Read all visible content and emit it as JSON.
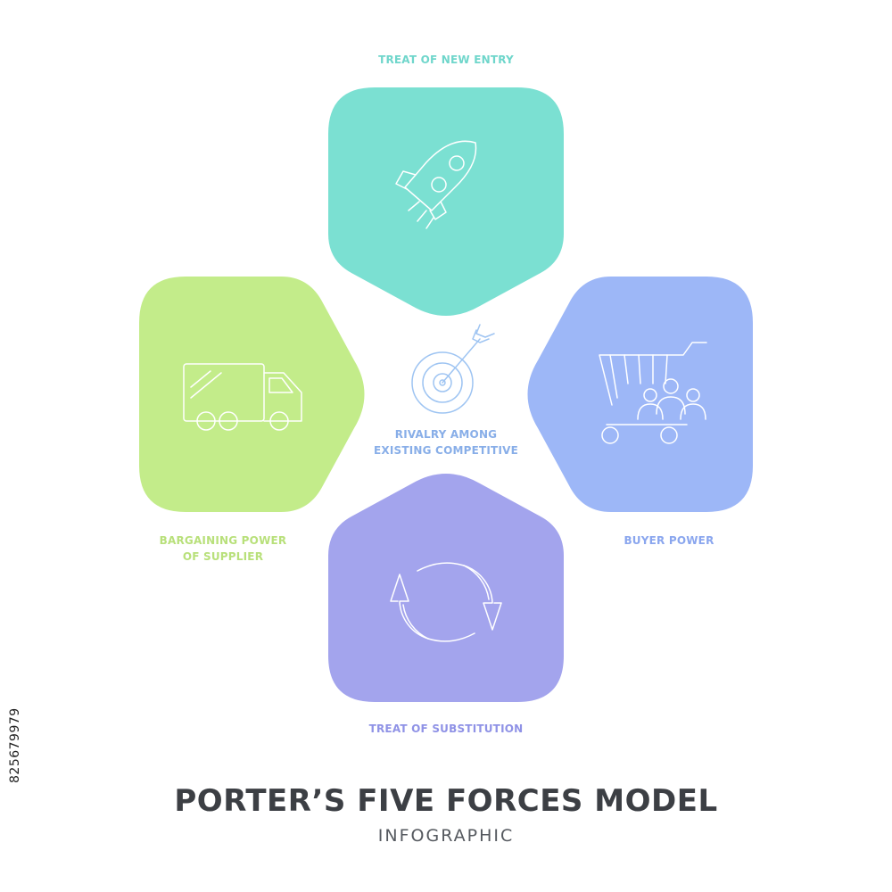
{
  "diagram": {
    "title": "PORTER’S FIVE FORCES MODEL",
    "subtitle": "INFOGRAPHIC",
    "side_id": "825679979",
    "forces": {
      "top": {
        "label": "TREAT OF NEW ENTRY",
        "color": "#7be0d2",
        "icon": "rocket-icon"
      },
      "left": {
        "label": "BARGAINING POWER\nOF SUPPLIER",
        "color": "#c3ec8a",
        "icon": "truck-icon"
      },
      "right": {
        "label": "BUYER POWER",
        "color": "#9db7f7",
        "icon": "shopping-cart-people-icon"
      },
      "bottom": {
        "label": "TREAT OF SUBSTITUTION",
        "color": "#a3a4ed",
        "icon": "refresh-arrows-icon"
      },
      "center": {
        "label": "RIVALRY AMONG\nEXISTING COMPETITIVE",
        "icon": "target-arrow-icon"
      }
    },
    "label_colors": {
      "top": "#6fd6cb",
      "left": "#b8e07a",
      "right": "#8aa6ee",
      "bottom": "#8f92e6",
      "center": "#88aee8"
    },
    "icon_stroke": "#ffffff",
    "center_icon_stroke": "#9ec4f2"
  }
}
